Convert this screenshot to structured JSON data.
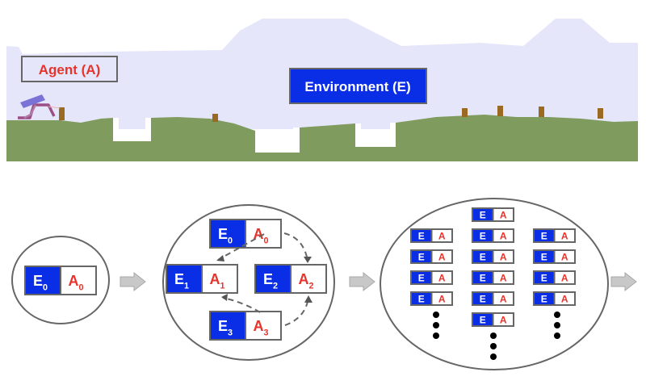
{
  "top_panel": {
    "agent_label": "Agent (A)",
    "environment_label": "Environment (E)",
    "colors": {
      "sky": "#e6e6fa",
      "ground": "#7f9c5e",
      "stump": "#9a6a22",
      "agent_hull": "#7b72d8",
      "agent_legs": "#9b4f86",
      "env_box": "#0a2de6",
      "agent_text": "#e8322c"
    }
  },
  "bottom_panel": {
    "stage1": {
      "pairs": [
        {
          "e": "E",
          "e_sub": "0",
          "a": "A",
          "a_sub": "0"
        }
      ]
    },
    "stage2": {
      "pairs": [
        {
          "e": "E",
          "e_sub": "0",
          "a": "A",
          "a_sub": "0"
        },
        {
          "e": "E",
          "e_sub": "1",
          "a": "A",
          "a_sub": "1"
        },
        {
          "e": "E",
          "e_sub": "2",
          "a": "A",
          "a_sub": "2"
        },
        {
          "e": "E",
          "e_sub": "3",
          "a": "A",
          "a_sub": "3"
        }
      ]
    },
    "stage3": {
      "pair_e": "E",
      "pair_a": "A",
      "columns": [
        {
          "count": 4,
          "ellipsis_dots": 3
        },
        {
          "count": 6,
          "ellipsis_dots": 3
        },
        {
          "count": 4,
          "ellipsis_dots": 3
        }
      ]
    },
    "arrows": 3,
    "colors": {
      "env_fill": "#0a2de6",
      "env_text": "#ffffff",
      "agent_text": "#e8322c",
      "border": "#666666",
      "arrow": "#c8c8c8"
    }
  }
}
